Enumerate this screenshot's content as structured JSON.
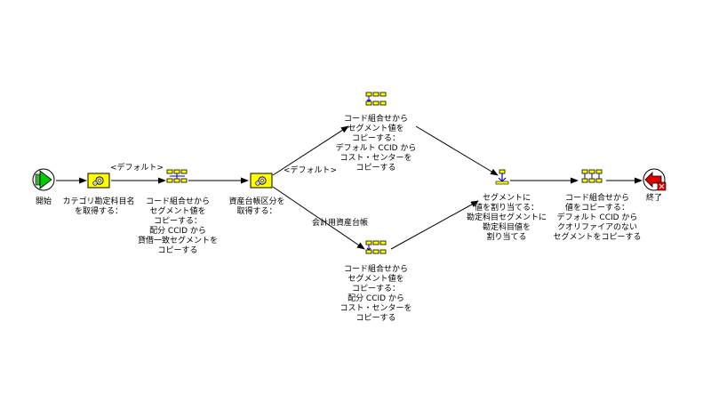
{
  "diagram": {
    "nodes": {
      "start": {
        "label": [
          "開始"
        ]
      },
      "get_category": {
        "label": [
          "カテゴリ勘定科目名",
          "を取得する："
        ]
      },
      "copy_liability": {
        "label": [
          "コード組合せから",
          "セグメント値を",
          "コピーする：",
          "配分 CCID から",
          "貸借一致セグメントを",
          "コピーする"
        ]
      },
      "get_asset_book": {
        "label": [
          "資産台帳区分を",
          "取得する："
        ]
      },
      "copy_default_cc": {
        "label": [
          "コード組合せから",
          "セグメント値を",
          "コピーする：",
          "デフォルト CCID から",
          "コスト・センターを",
          "コピーする"
        ]
      },
      "copy_dist_cc": {
        "label": [
          "コード組合せから",
          "セグメント値を",
          "コピーする：",
          "配分 CCID から",
          "コスト・センターを",
          "コピーする"
        ]
      },
      "assign_account": {
        "label": [
          "セグメントに",
          "値を割り当てる：",
          "勘定科目セグメントに",
          "勘定科目値を",
          "割り当てる"
        ]
      },
      "copy_unqualified": {
        "label": [
          "コード組合せから",
          "値をコピーする：",
          "デフォルト CCID から",
          "クオリファイアのない",
          "セグメントをコピーする"
        ]
      },
      "end": {
        "label": [
          "終了"
        ]
      }
    },
    "edges": {
      "default_1": "<デフォルト>",
      "default_2": "<デフォルト>",
      "corporate_book": "会計用資産台帳"
    }
  }
}
